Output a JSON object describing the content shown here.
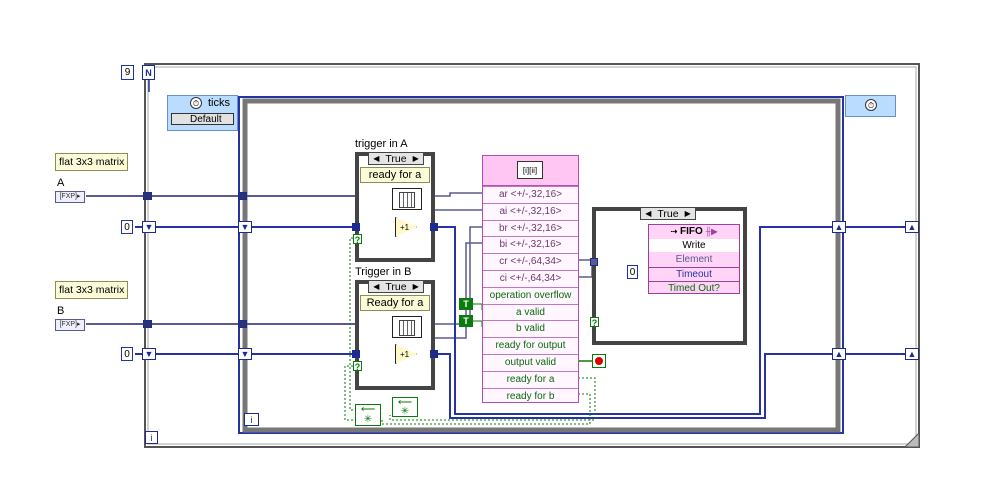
{
  "outer_loop": {
    "count_terminal": "N",
    "count_value": "9",
    "iteration_terminal": "i"
  },
  "timed_loop": {
    "iteration_terminal": "i",
    "input_node_label": "ticks",
    "input_node_value": "Default"
  },
  "inputs": {
    "a_label": "flat 3x3 matrix",
    "a_name": "A",
    "b_label": "flat 3x3 matrix",
    "b_name": "B",
    "fxp_tag": "FXP",
    "zero_a": "0",
    "zero_b": "0"
  },
  "case_a": {
    "title": "trigger in A",
    "selector": "True",
    "subvi_text": "ready for a"
  },
  "case_b": {
    "title": "Trigger in B",
    "selector": "True",
    "subvi_text": "Ready for a"
  },
  "ip_node": {
    "icon_text": "[i][ii]",
    "rows": [
      "ar <+/-,32,16>",
      "ai <+/-,32,16>",
      "br <+/-,32,16>",
      "bi <+/-,32,16>",
      "cr <+/-,64,34>",
      "ci <+/-,64,34>",
      "operation overflow",
      "a valid",
      "b valid",
      "ready for output",
      "output valid",
      "ready for a",
      "ready for b"
    ],
    "true_const": "T"
  },
  "fifo_case": {
    "selector": "True",
    "title": "FIFO",
    "method": "Write",
    "element": "Element",
    "timeout": "Timeout",
    "timed_out": "Timed Out?",
    "timeout_value": "0"
  },
  "colors": {
    "blue_wire": "#2733a5",
    "fxp_wire": "#5a5a90",
    "green_wire": "#0a7a0a",
    "pink": "#ff99ee"
  }
}
